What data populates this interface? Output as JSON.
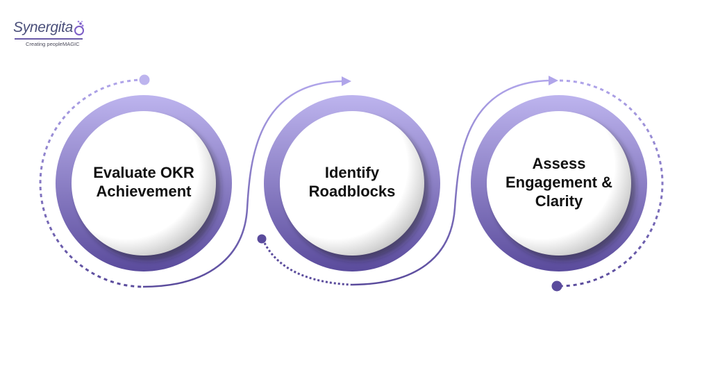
{
  "brand": {
    "name": "Synergita",
    "tagline": "Creating peopleMAGIC",
    "color": "#4a4f7a",
    "accent": "#6a5aa8"
  },
  "diagram": {
    "type": "process-cycle",
    "steps": [
      {
        "label_lines": [
          "Evaluate OKR",
          "Achievement"
        ]
      },
      {
        "label_lines": [
          "Identify",
          "Roadblocks"
        ]
      },
      {
        "label_lines": [
          "Assess",
          "Engagement &",
          "Clarity"
        ]
      }
    ],
    "colors": {
      "ring_top": "#bdb4ee",
      "ring_bottom": "#5a4b9c",
      "connector_light": "#a79be0",
      "connector_dark": "#5a4b9c",
      "label": "#111111"
    }
  }
}
